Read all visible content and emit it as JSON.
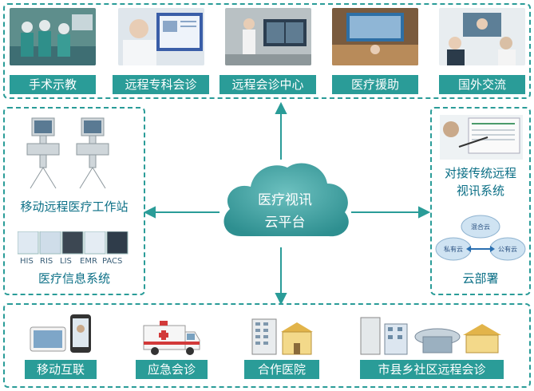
{
  "top_items": [
    {
      "label": "手术示教"
    },
    {
      "label": "远程专科会诊"
    },
    {
      "label": "远程会诊中心"
    },
    {
      "label": "医疗援助"
    },
    {
      "label": "国外交流"
    }
  ],
  "left": {
    "workstation_label": "移动远程医疗工作站",
    "systems": [
      "HIS",
      "RIS",
      "LIS",
      "EMR",
      "PACS"
    ],
    "info_label": "医疗信息系统"
  },
  "center": {
    "line1": "医疗视讯",
    "line2": "云平台"
  },
  "right": {
    "legacy_line1": "对接传统远程",
    "legacy_line2": "视讯系统",
    "clouds": [
      "混合云",
      "私有云",
      "公有云"
    ],
    "deploy_label": "云部署"
  },
  "bottom_items": [
    {
      "label": "移动互联"
    },
    {
      "label": "应急会诊"
    },
    {
      "label": "合作医院"
    },
    {
      "label": "市县乡社区远程会诊"
    }
  ],
  "colors": {
    "accent": "#2a9c98",
    "text": "#0b6f86",
    "cloud": "#4aa8a8"
  }
}
